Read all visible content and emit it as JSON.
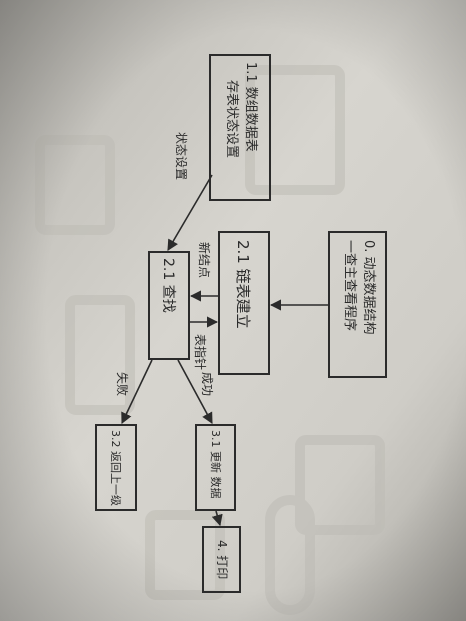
{
  "boxes": [
    {
      "id": "b0",
      "line1": "0. 动态数据结构",
      "line2": "一查主查看程序"
    },
    {
      "id": "b1",
      "line1": "1.1 数组数据表",
      "line2": "存表状态设置"
    },
    {
      "id": "b2",
      "line1": "2.1 链表建立"
    },
    {
      "id": "b3",
      "line1": "2.1 查找"
    },
    {
      "id": "b4",
      "line1": "3.1 更新 数据"
    },
    {
      "id": "b5",
      "line1": "3.2 返回上一级"
    },
    {
      "id": "b6",
      "line1": "4. 打印"
    }
  ],
  "edge_labels": {
    "e1": "状态设置",
    "e2": "新结点",
    "e3": "表指针",
    "e4": "成功",
    "e5": "失败"
  }
}
